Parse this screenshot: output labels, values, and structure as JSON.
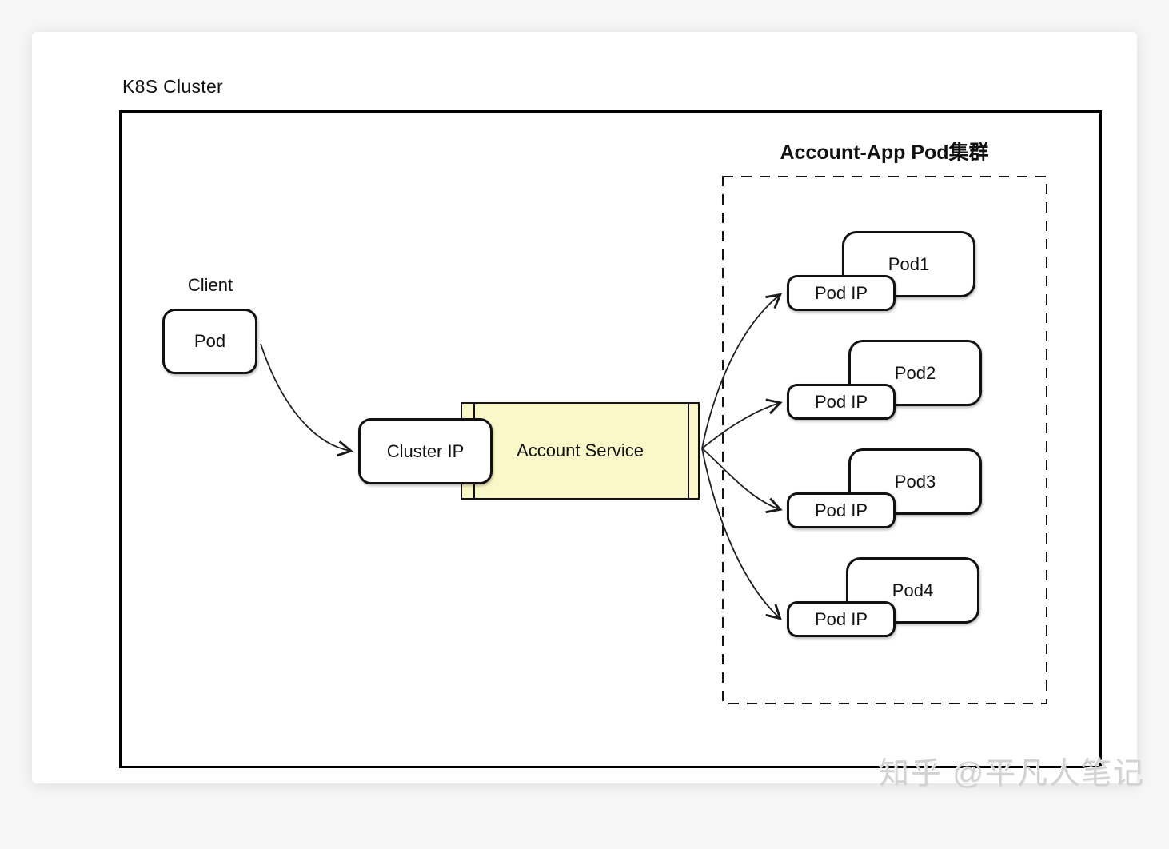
{
  "page": {
    "watermark": "知乎 @平凡人笔记"
  },
  "colors": {
    "service_fill": "#FAF8C8",
    "stroke": "#111111",
    "card_background": "#ffffff",
    "page_background": "#f6f6f7",
    "watermark_gray": "#d2d2d2"
  },
  "diagram": {
    "title": "K8S Cluster",
    "client": {
      "label": "Client",
      "node_label": "Pod"
    },
    "cluster_ip": {
      "label": "Cluster IP"
    },
    "service": {
      "label": "Account Service"
    },
    "pod_group": {
      "title": "Account-App Pod集群",
      "pods": [
        {
          "name": "Pod1",
          "ip_label": "Pod IP"
        },
        {
          "name": "Pod2",
          "ip_label": "Pod IP"
        },
        {
          "name": "Pod3",
          "ip_label": "Pod IP"
        },
        {
          "name": "Pod4",
          "ip_label": "Pod IP"
        }
      ]
    },
    "edges": [
      {
        "from": "Client Pod",
        "to": "Cluster IP",
        "style": "curved-open-arrow"
      },
      {
        "from": "Account Service",
        "to": "Pod IP of Pod1",
        "style": "curved-open-arrow"
      },
      {
        "from": "Account Service",
        "to": "Pod IP of Pod2",
        "style": "curved-open-arrow"
      },
      {
        "from": "Account Service",
        "to": "Pod IP of Pod3",
        "style": "curved-open-arrow"
      },
      {
        "from": "Account Service",
        "to": "Pod IP of Pod4",
        "style": "curved-open-arrow"
      }
    ]
  }
}
